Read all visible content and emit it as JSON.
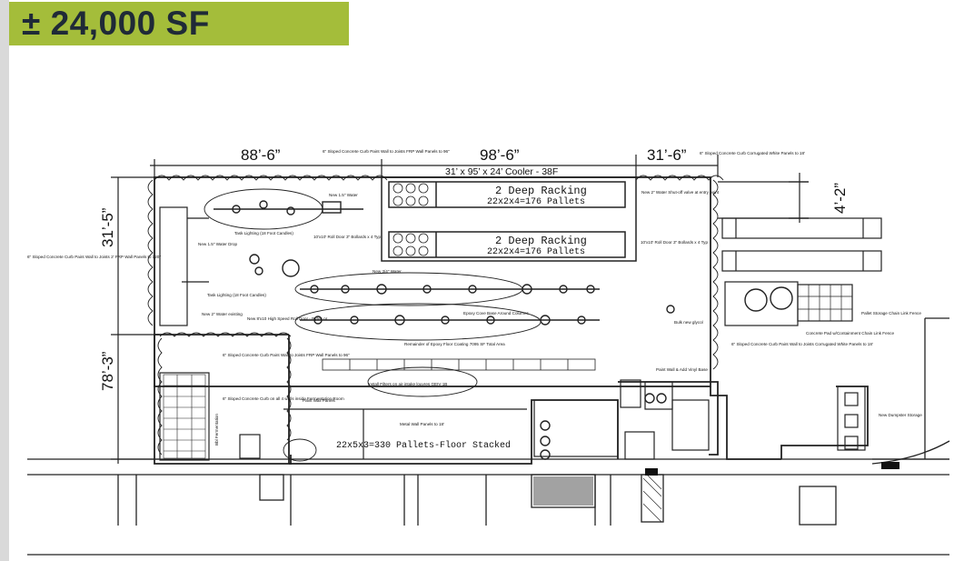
{
  "header": {
    "title": "± 24,000 SF"
  },
  "colors": {
    "banner": "#a4bd3a",
    "banner_text": "#1f2a37",
    "line": "#222222"
  },
  "dimensions": {
    "top_left": "88’-6”",
    "top_middle": "98’-6”",
    "top_right": "31’-6”",
    "left_upper": "31’-5”",
    "left_lower": "78’-3”",
    "right_vertical": "4’-2”"
  },
  "cooler": {
    "title": "31’ x 95’ x 24’ Cooler - 38F",
    "rack_label_1": "2 Deep Racking",
    "pallets_label_1": "22x2x4=176 Pallets",
    "rack_label_2": "2 Deep Racking",
    "pallets_label_2": "22x2x4=176 Pallets"
  },
  "floor": {
    "stacked_label": "22x5x3=330 Pallets-Floor Stacked"
  },
  "notes": {
    "curb_top": "6\" Sloped Concrete Curb Paint Wall to Joists FRP Wall Panels to 96\"",
    "curb_top_right": "6\" Sloped Concrete Curb Corrugated White Panels to 18'",
    "curb_left": "6\" Sloped Concrete Curb Paint Wall to Joists 2' FRP Wall Panels to 120\"",
    "new_water_drop": "New 1.5\" Water Drop",
    "new_water": "New 1.5\" Water",
    "task_lighting_top": "Task Lighting (18 Foot Candles)",
    "task_lighting_mid": "Task Lighting (18 Foot Candles)",
    "roll_door_top": "10'x10' Roll Door 3\" Bollards x 4 Typ",
    "new_water_shutoff": "New 2\" Water Shut-off valve at entry point",
    "roll_door_right": "10'x10' Roll Door 3\" Bollards x 4 Typ",
    "new_water_34": "New 3/4\" Water",
    "water_existing": "New 2\" Water existing",
    "roll_door_high": "New 8'x10 High Speed Roll Door - Rytec or",
    "epoxy_cove": "Epoxy Cove Base Around Columns",
    "epoxy_floor": "Remainder of Epoxy Floor Coating 7095 SF Total Area",
    "curb_fermentation": "6\" Sloped Concrete Curb Paint Wall to Joists FRP Wall Panels to 96\"",
    "curb_bottom": "6\" Sloped Concrete Curb on all 4 walls inside Fermentation Room",
    "fermentation": "Bbl Fermentation",
    "paint_wall_panels": "Paint Wall Panels",
    "install_filters": "Install Filters on air intake louvres GEIV 1B",
    "metal_wall_panels": "Metal Wall Panels to 18'",
    "paint_wall_vinyl": "Paint Wall & Add Vinyl Base",
    "pallet_storage": "Pallet Storage Chain Link Fence",
    "concrete_pad": "Concrete Pad w/Containment Chain Link Fence",
    "curb_right": "6\" Sloped Concrete Curb Paint Wall to Joists Corrugated White Panels to 18'",
    "dumpster": "New Dumpster Storage",
    "bulk_new_glycol": "Bulk new glycol"
  }
}
